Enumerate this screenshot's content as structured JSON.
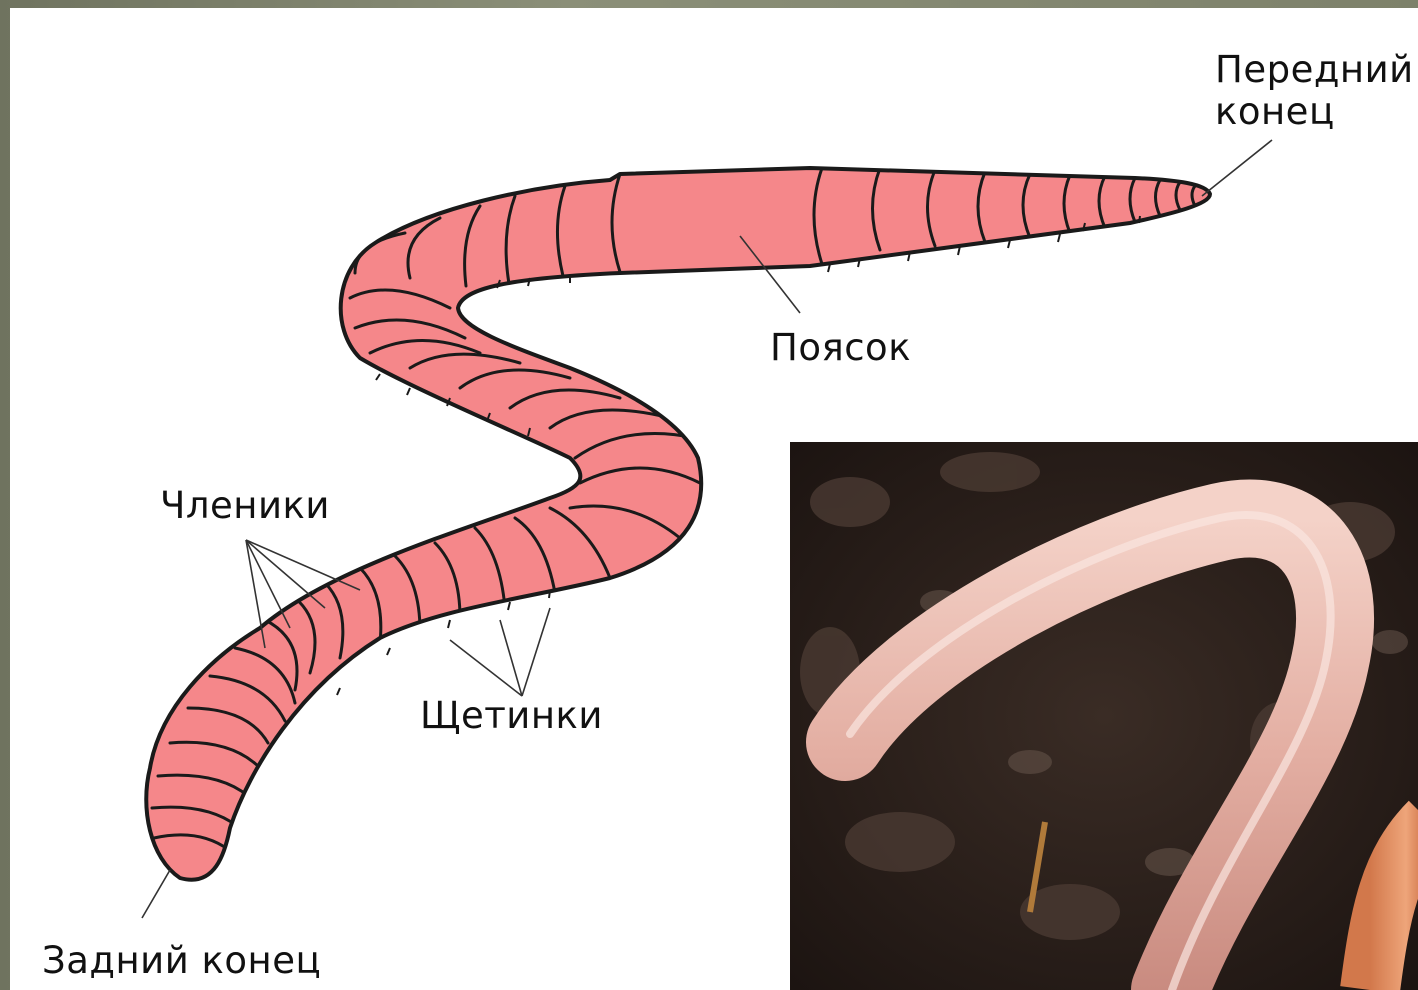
{
  "labels": {
    "front_end_line1": "Передний",
    "front_end_line2": "конец",
    "clitellum": "Поясок",
    "segments": "Членики",
    "setae": "Щетинки",
    "rear_end": "Задний конец"
  },
  "colors": {
    "worm_body": "#f5878a",
    "outline": "#1a1a1a",
    "soil_dark": "#241a16",
    "photo_worm": "#e9b7ad",
    "photo_worm_orange": "#e58a5c"
  }
}
